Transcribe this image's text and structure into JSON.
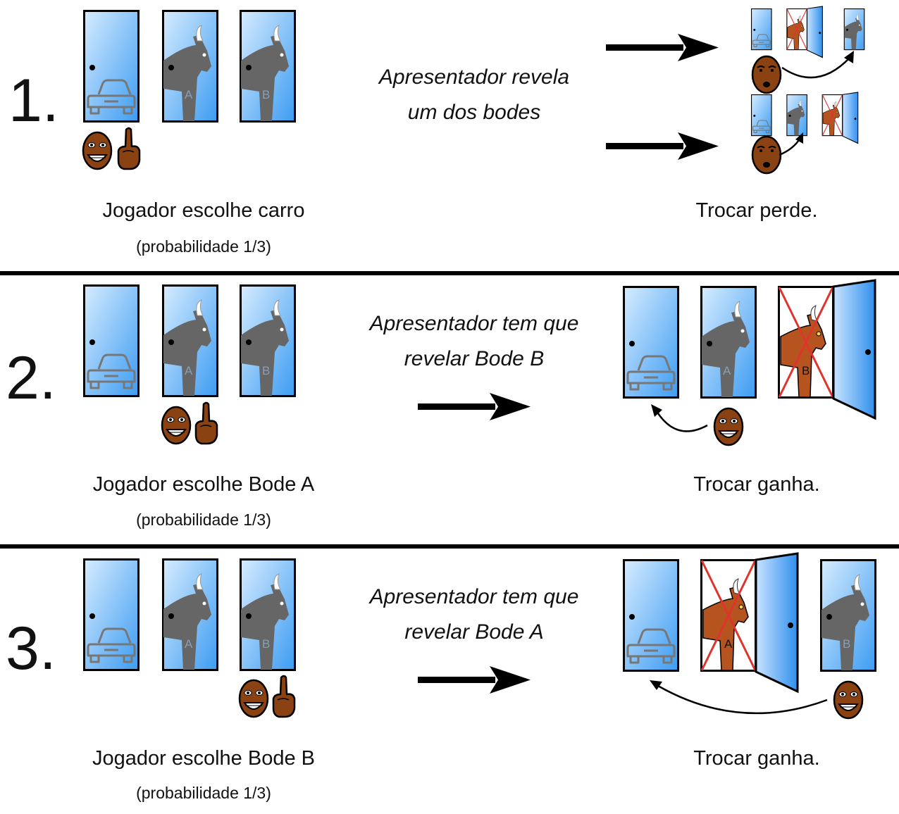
{
  "rows": [
    {
      "number": "1.",
      "choice": "Jogador escolhe carro",
      "probability": "(probabilidade 1/3)",
      "host_line1": "Apresentador revela",
      "host_line2": "um dos bodes",
      "result": "Trocar perde."
    },
    {
      "number": "2.",
      "choice": "Jogador escolhe Bode A",
      "probability": "(probabilidade 1/3)",
      "host_line1": "Apresentador tem que",
      "host_line2": "revelar Bode B",
      "result": "Trocar ganha."
    },
    {
      "number": "3.",
      "choice": "Jogador escolhe Bode B",
      "probability": "(probabilidade 1/3)",
      "host_line1": "Apresentador tem que",
      "host_line2": "revelar Bode A",
      "result": "Trocar ganha."
    }
  ],
  "goat_labels": {
    "a": "A",
    "b": "B"
  },
  "colors": {
    "door_light": "#d6ecff",
    "door_dark": "#3d9cf2",
    "goat_revealed": "#b5541e",
    "cross": "#e0332e",
    "face": "#8a4212"
  }
}
